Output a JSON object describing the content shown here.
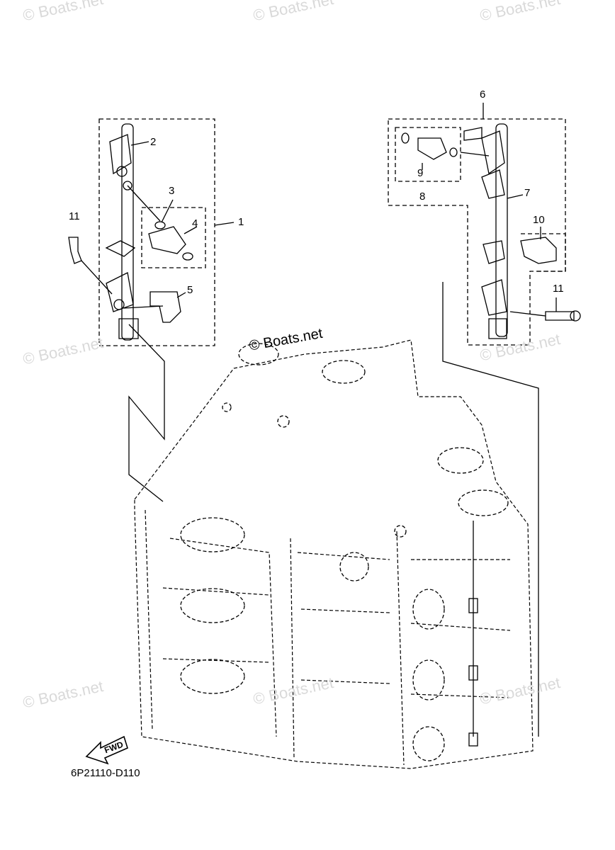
{
  "watermark": "© Boats.net",
  "center_watermark": "© Boats.net",
  "diagram_code": "6P21110-D110",
  "fwd_label": "FWD",
  "callouts": [
    "1",
    "2",
    "3",
    "4",
    "5",
    "6",
    "7",
    "8",
    "9",
    "10",
    "11",
    "11"
  ]
}
